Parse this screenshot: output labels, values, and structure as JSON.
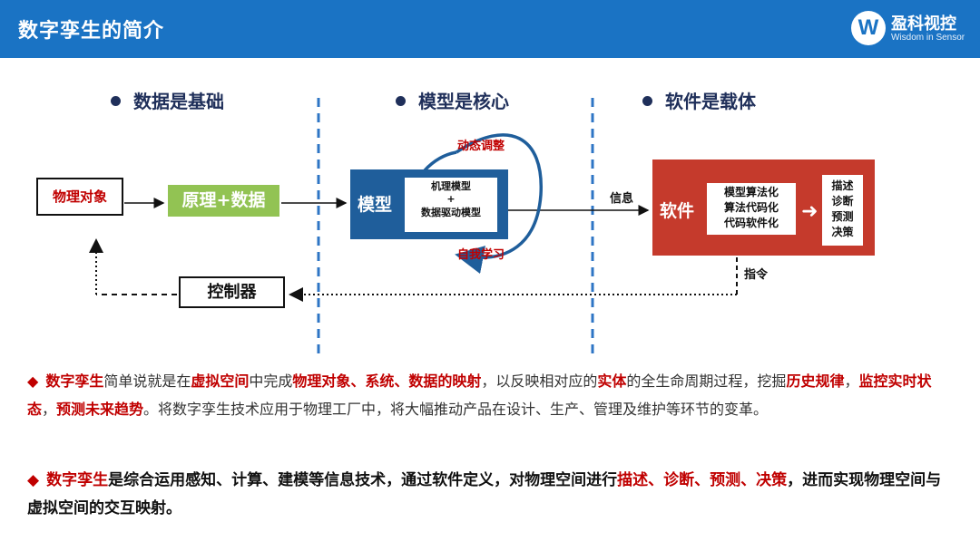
{
  "header": {
    "title": "数字孪生的简介",
    "logo_mark": "W",
    "logo_name": "盈科视控",
    "logo_tagline": "Wisdom in Sensor",
    "bar_color": "#1a73c4"
  },
  "sections": {
    "data": "数据是基础",
    "model": "模型是核心",
    "software": "软件是载体"
  },
  "diagram": {
    "physical_object": "物理对象",
    "principle_data": "原理+数据",
    "model_label": "模型",
    "model_inner": [
      "机理模型",
      "+",
      "数据驱动模型"
    ],
    "dynamic_adjust": "动态调整",
    "self_learning": "自我学习",
    "info": "信息",
    "software_label": "软件",
    "software_inner": [
      "模型算法化",
      "算法代码化",
      "代码软件化"
    ],
    "software_outputs": [
      "描述",
      "诊断",
      "预测",
      "决策"
    ],
    "instruction": "指令",
    "controller": "控制器"
  },
  "paragraph1": {
    "segments": [
      {
        "text": "数字孪生",
        "hl": true
      },
      {
        "text": "简单说就是在",
        "hl": false
      },
      {
        "text": "虚拟空间",
        "hl": true
      },
      {
        "text": "中完成",
        "hl": false
      },
      {
        "text": "物理对象、系统、数据的映射",
        "hl": true
      },
      {
        "text": "，以反映相对应的",
        "hl": false
      },
      {
        "text": "实体",
        "hl": true
      },
      {
        "text": "的全生命周期过程，挖掘",
        "hl": false
      },
      {
        "text": "历史规律",
        "hl": true
      },
      {
        "text": "，",
        "hl": false
      },
      {
        "text": "监控实时状态",
        "hl": true
      },
      {
        "text": "，",
        "hl": false
      },
      {
        "text": "预测未来趋势",
        "hl": true
      },
      {
        "text": "。将数字孪生技术应用于物理工厂中，将大幅推动产品在设计、生产、管理及维护等环节的变革。",
        "hl": false
      }
    ]
  },
  "paragraph2": {
    "segments": [
      {
        "text": "数字孪生",
        "hl": true
      },
      {
        "text": "是综合运用感知、计算、建模等信息技术，通过软件定义，对物理空间进行",
        "hl": false
      },
      {
        "text": "描述、诊断、预测、决策",
        "hl": true
      },
      {
        "text": "，进而实现物理空间与虚拟空间的交互映射。",
        "hl": false
      }
    ]
  },
  "colors": {
    "accent_red": "#c00000",
    "model_blue": "#1f5e9b",
    "software_red": "#c53a2c",
    "principle_green": "#92c353",
    "divider_blue": "#2e75c5"
  }
}
